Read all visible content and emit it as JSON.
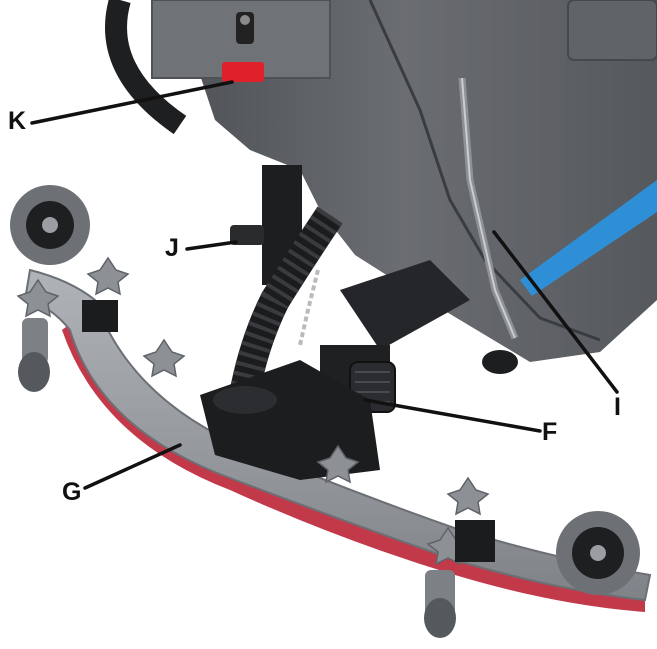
{
  "diagram": {
    "callouts": [
      {
        "id": "k",
        "label": "K",
        "part": "key-switch-and-red-lever"
      },
      {
        "id": "j",
        "label": "J",
        "part": "handle-knob"
      },
      {
        "id": "i",
        "label": "I",
        "part": "level-tube"
      },
      {
        "id": "f",
        "label": "F",
        "part": "squeegee-pedal"
      },
      {
        "id": "g",
        "label": "G",
        "part": "squeegee-assembly"
      }
    ]
  },
  "colors": {
    "body_gray": "#5c5f63",
    "body_dark": "#3f4246",
    "accent_blue": "#2f8fd6",
    "blade_red": "#c23a4a",
    "squeegee_gray": "#9a9ea3",
    "black_parts": "#1d1e20",
    "knob_red": "#e0202a"
  }
}
